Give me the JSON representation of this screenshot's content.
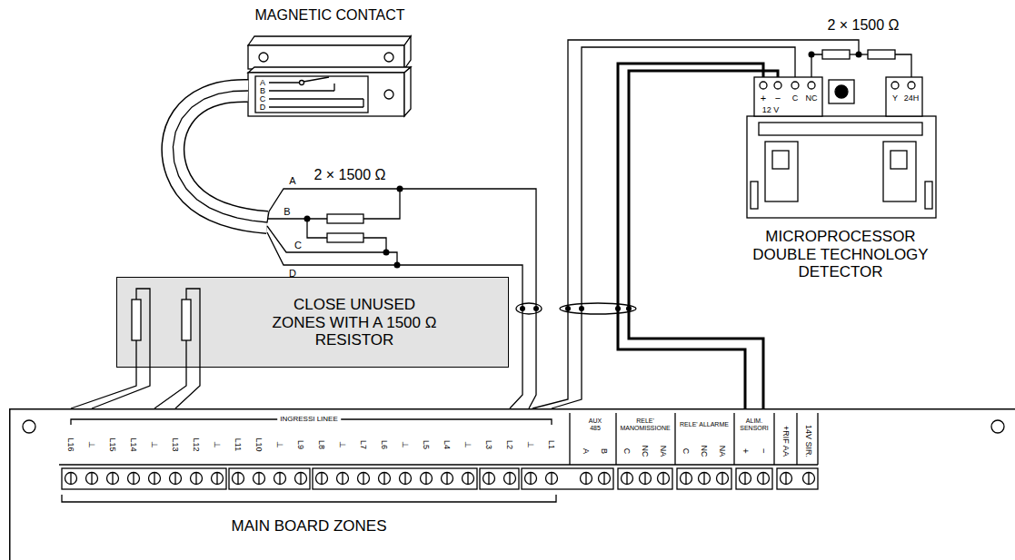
{
  "diagram": {
    "nodes": [
      {
        "text": [
          "MAGNETIC CONTACT",
          "A",
          "B",
          "C",
          "D"
        ]
      },
      {
        "text": [
          "12 V",
          "+",
          "−",
          "C",
          "NC",
          "Y",
          "24H",
          "MICROPROCESSOR DOUBLE TECHNOLOGY DETECTOR"
        ]
      },
      {
        "text": [
          "CLOSE UNUSED ZONES WITH A 1500 Ω RESISTOR"
        ]
      },
      {
        "text": [
          "INGRESSI LINEE",
          "L16",
          "⊥",
          "L15",
          "L14",
          "⊥",
          "L13",
          "L12",
          "⊥",
          "L11",
          "L10",
          "⊥",
          "L9",
          "L8",
          "⊥",
          "L7",
          "L6",
          "⊥",
          "L5",
          "L4",
          "⊥",
          "L3",
          "L2",
          "⊥",
          "L1",
          "AUX 485",
          "A",
          "B",
          "RELE' MANOMISSIONE",
          "C",
          "NC",
          "NA",
          "RELE' ALLARME",
          "C",
          "NC",
          "NA",
          "ALIM. SENSORI",
          "+",
          "−",
          "+RIF AA",
          "14V SIR."
        ]
      }
    ],
    "edges": [
      {
        "from": 0,
        "to": 3,
        "arrow": "none"
      },
      {
        "from": 1,
        "to": 3,
        "arrow": "none"
      },
      {
        "from": 2,
        "to": 3,
        "arrow": "none"
      }
    ],
    "labels": [
      "2 × 1500 Ω",
      "A",
      "B",
      "C",
      "D",
      "2 × 1500 Ω",
      "MAIN BOARD ZONES"
    ]
  }
}
